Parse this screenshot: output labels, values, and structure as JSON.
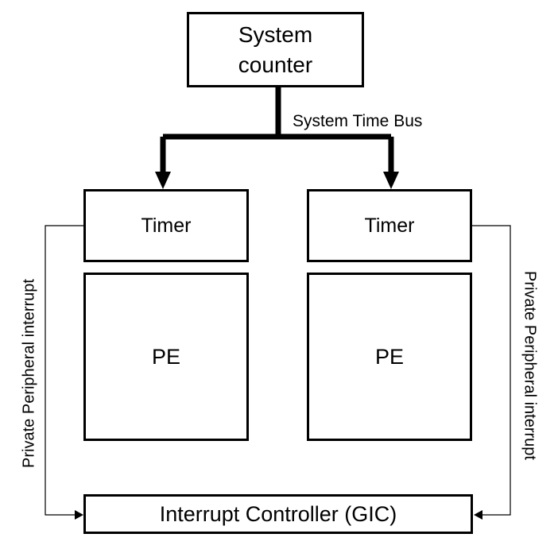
{
  "system_counter": {
    "line1": "System",
    "line2": "counter"
  },
  "bus_label": "System Time Bus",
  "cores": [
    {
      "timer_label": "Timer",
      "pe_label": "PE"
    },
    {
      "timer_label": "Timer",
      "pe_label": "PE"
    }
  ],
  "interrupt_label_left": "Private Peripheral interrupt",
  "interrupt_label_right": "Private Peripheral interrupt",
  "gic_label": "Interrupt Controller (GIC)"
}
